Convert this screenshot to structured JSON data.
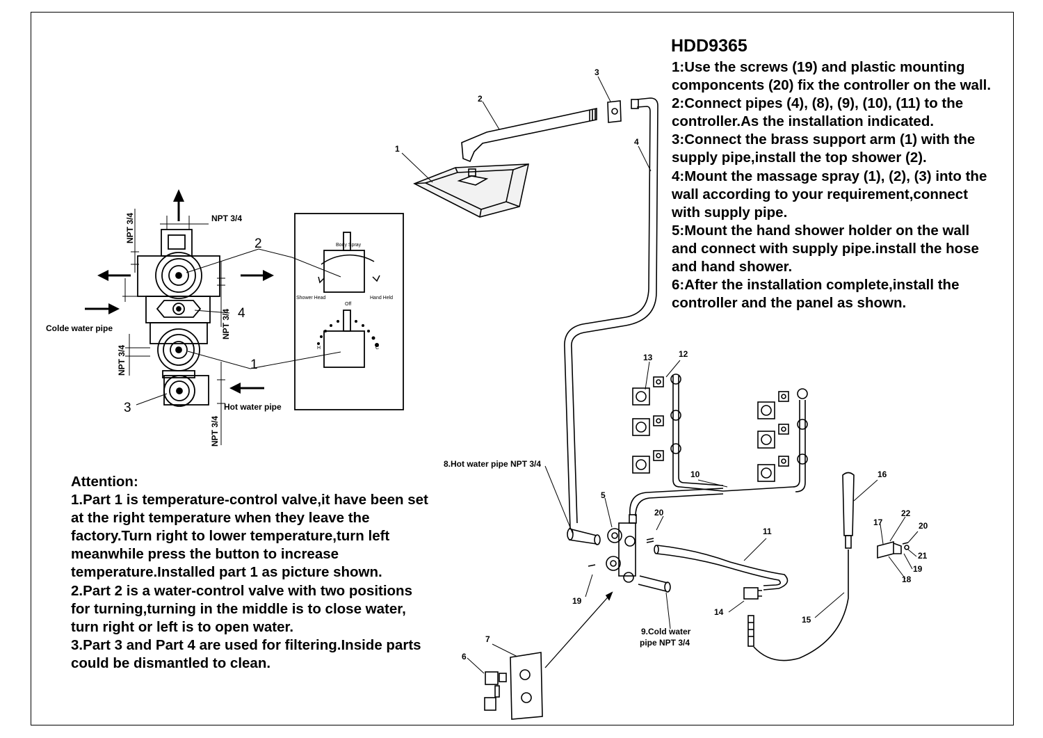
{
  "model": "HDD9365",
  "instructions": [
    "1:Use the screws (19) and plastic mounting",
    "componcents (20) fix the controller on the wall.",
    "2:Connect pipes (4), (8), (9), (10), (11) to the",
    "controller.As the installation indicated.",
    "3:Connect the brass support arm (1) with the",
    "supply pipe,install the top shower (2).",
    "4:Mount the massage spray (1), (2), (3) into the",
    "wall according to your requirement,connect",
    "with supply pipe.",
    "5:Mount the hand shower holder on the wall",
    "and connect with supply pipe.install the hose",
    "and hand shower.",
    "6:After the installation complete,install the",
    "controller and the panel as shown."
  ],
  "attention": {
    "title": "Attention:",
    "lines": [
      "1.Part 1 is temperature-control valve,it have been set",
      "at the right temperature when they leave the",
      "factory.Turn right to lower temperature,turn left",
      "meanwhile press the button to increase",
      "temperature.Installed part 1 as picture shown.",
      "2.Part 2 is a water-control valve with two positions",
      "for turning,turning in the middle is to close water,",
      "turn right or left is to open water.",
      "3.Part 3 and Part 4 are used for filtering.Inside parts",
      "could be dismantled to clean."
    ]
  },
  "valve_diagram": {
    "npt": "NPT 3/4",
    "cold_pipe": "Colde water pipe",
    "hot_pipe": "Hot water pipe",
    "callouts": [
      "1",
      "2",
      "3",
      "4"
    ]
  },
  "panel_diagram": {
    "body_spray": "Body Spray",
    "shower_head": "Shower Head",
    "hand_held": "Hand Held",
    "off": "Off",
    "hot": "H",
    "cold": "C"
  },
  "pipe_labels": {
    "hot": "8.Hot water pipe NPT 3/4",
    "cold_line1": "9.Cold water",
    "cold_line2": "pipe NPT 3/4"
  },
  "part_numbers": [
    "1",
    "2",
    "3",
    "4",
    "5",
    "6",
    "7",
    "10",
    "11",
    "12",
    "13",
    "14",
    "15",
    "16",
    "17",
    "18",
    "19",
    "19",
    "20",
    "20",
    "21",
    "22"
  ]
}
